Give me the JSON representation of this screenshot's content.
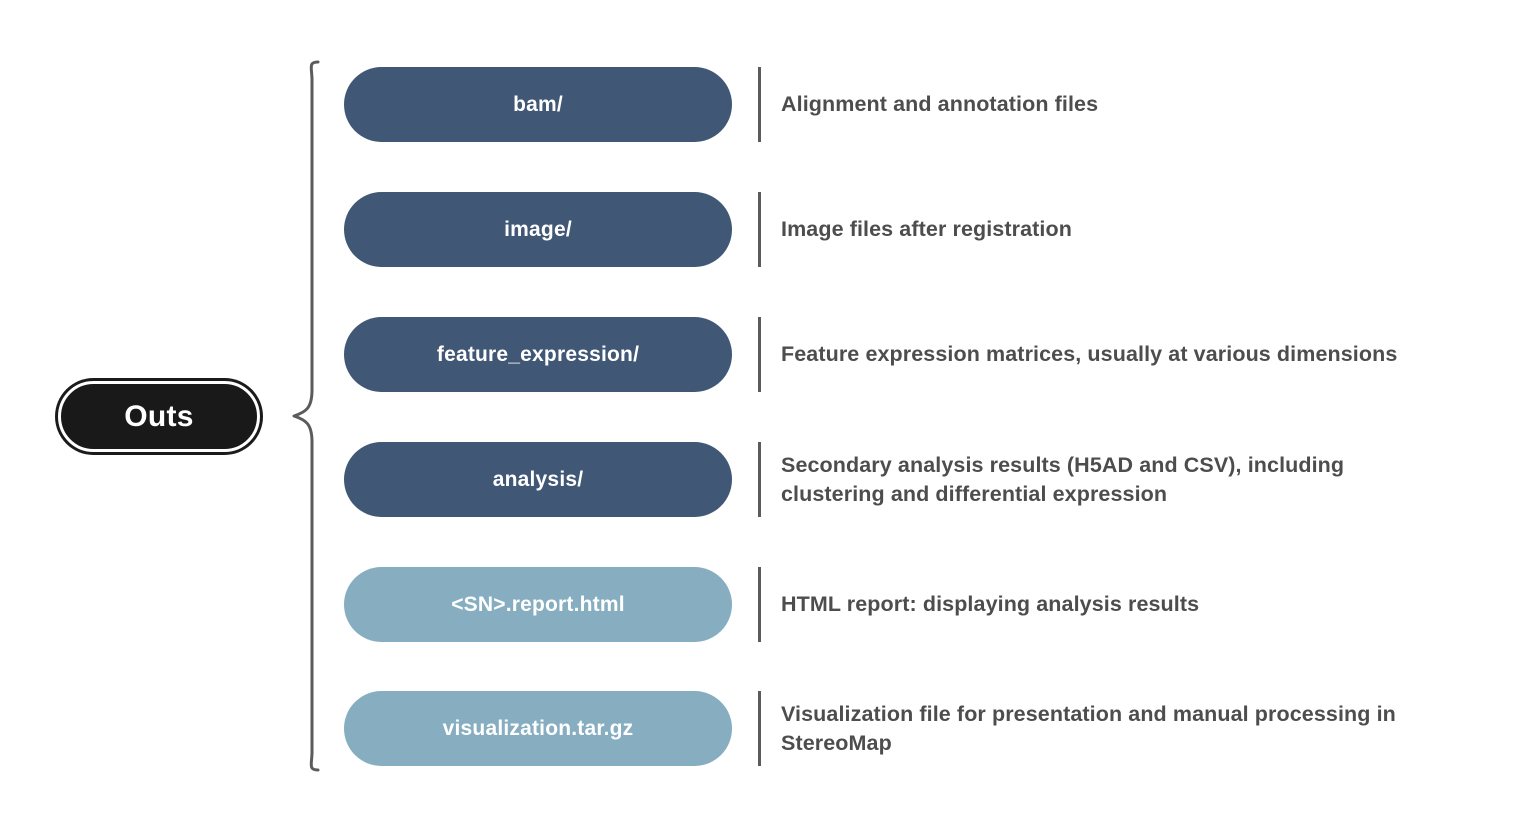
{
  "diagram": {
    "type": "bracket-tree",
    "background_color": "#ffffff",
    "root": {
      "label": "Outs",
      "fill_color": "#191919",
      "text_color": "#ffffff",
      "ring_color": "#ffffff"
    },
    "connector": {
      "name": "curly-brace",
      "color": "#5b5b5b"
    },
    "palette": {
      "pill_dark": "#405775",
      "pill_light": "#86AEC0",
      "description_text": "#4d4d4d",
      "tick_mark": "#5b5b5b"
    },
    "items": [
      {
        "label": "bam/",
        "description": "Alignment and annotation files",
        "tone": "dark"
      },
      {
        "label": "image/",
        "description": "Image files after registration",
        "tone": "dark"
      },
      {
        "label": "feature_expression/",
        "description": "Feature expression matrices, usually at various dimensions",
        "tone": "dark"
      },
      {
        "label": "analysis/",
        "description": "Secondary analysis results (H5AD and CSV), including clustering and differential expression",
        "tone": "dark"
      },
      {
        "label": "<SN>.report.html",
        "description": "HTML report: displaying analysis results",
        "tone": "light"
      },
      {
        "label": "visualization.tar.gz",
        "description": "Visualization file for presentation and manual processing in StereoMap",
        "tone": "light"
      }
    ]
  }
}
